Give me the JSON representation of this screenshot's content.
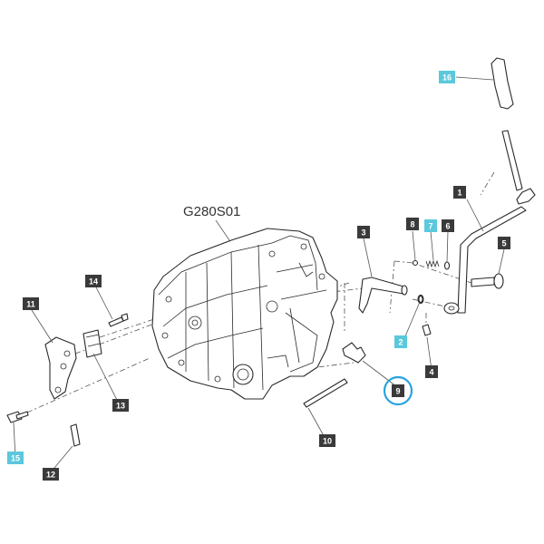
{
  "diagram": {
    "title": "G280S01",
    "colors": {
      "dark_label": "#3a3a3a",
      "highlight_label": "#5bc8dc",
      "label_text": "#ffffff",
      "circle": "#2aa3e0",
      "line": "#2a2a2a"
    },
    "callouts": [
      {
        "id": "1",
        "highlight": false
      },
      {
        "id": "2",
        "highlight": true
      },
      {
        "id": "3",
        "highlight": false
      },
      {
        "id": "4",
        "highlight": false
      },
      {
        "id": "5",
        "highlight": false
      },
      {
        "id": "6",
        "highlight": false
      },
      {
        "id": "7",
        "highlight": true
      },
      {
        "id": "8",
        "highlight": false
      },
      {
        "id": "9",
        "highlight": false,
        "circled": true
      },
      {
        "id": "10",
        "highlight": false
      },
      {
        "id": "11",
        "highlight": false
      },
      {
        "id": "12",
        "highlight": false
      },
      {
        "id": "13",
        "highlight": false
      },
      {
        "id": "14",
        "highlight": false
      },
      {
        "id": "15",
        "highlight": true
      },
      {
        "id": "16",
        "highlight": true
      }
    ]
  }
}
